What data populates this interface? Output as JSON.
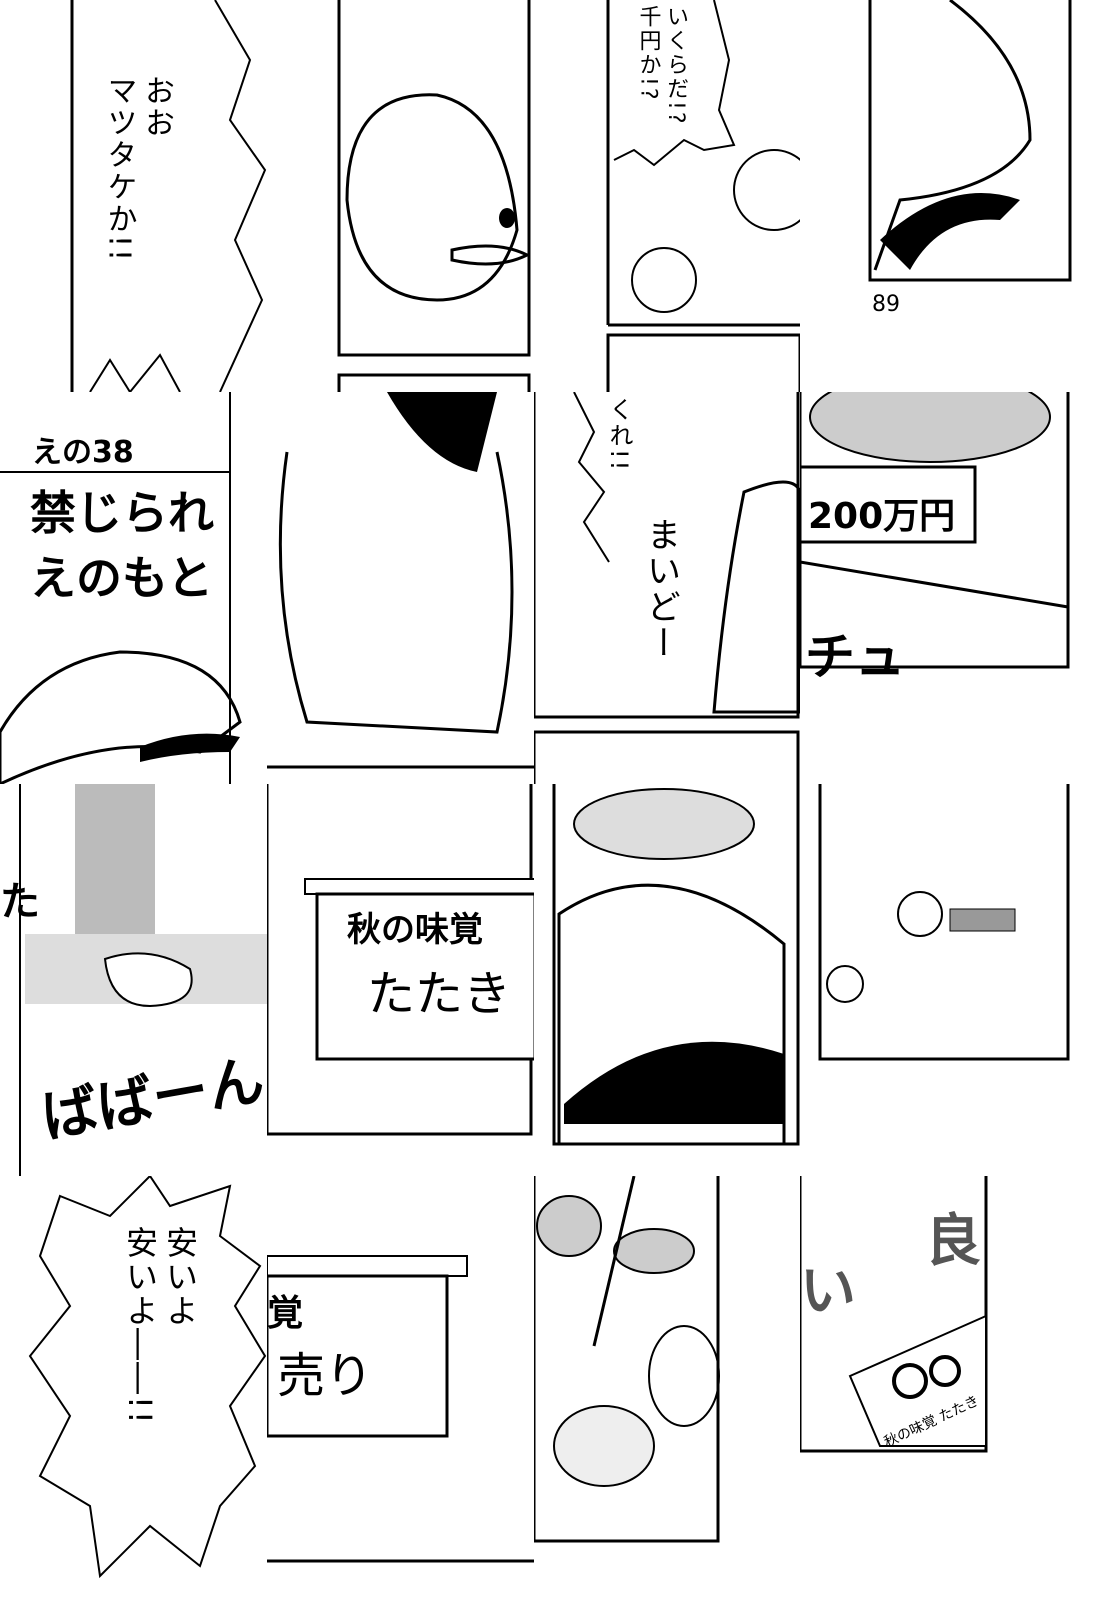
{
  "page_number": "89",
  "tiles": {
    "t00": {
      "speech": [
        "おお",
        "マツタケか!!"
      ]
    },
    "t20": {
      "speech": [
        "いくらだ!?",
        "千円か!?"
      ]
    },
    "t01": {
      "chapter": "えの38",
      "title_line1": "禁じられ",
      "title_line2": "えのもと"
    },
    "t21": {
      "speech": "くれ!!",
      "sfx": "まいどー"
    },
    "t31": {
      "price_tag": "200万円",
      "partial_text": "チュ"
    },
    "t02": {
      "partial_text": "た",
      "sfx": "ばばーん"
    },
    "t12": {
      "sign_line1": "秋の味覚",
      "sign_line2": "たたき"
    },
    "t03": {
      "speech": [
        "安いよ",
        "安いよ――!!"
      ]
    },
    "t13": {
      "sign_line1": "覚",
      "sign_line2": "売り"
    },
    "t33": {
      "big_char": "良",
      "partial": "い",
      "sign": "秋の味覚 たたき"
    }
  }
}
